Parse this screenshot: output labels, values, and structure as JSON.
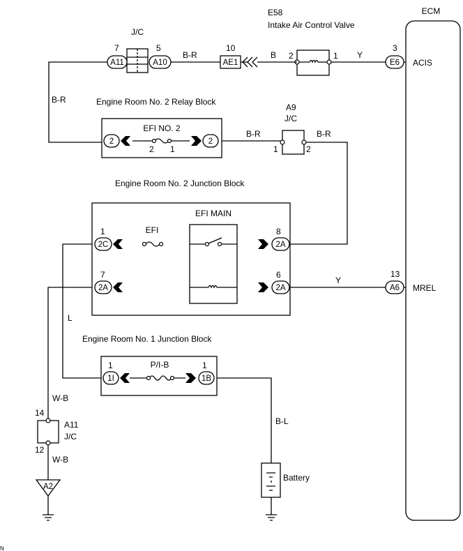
{
  "ecm": {
    "title": "ECM",
    "acis": "ACIS",
    "mrel": "MREL"
  },
  "e58": {
    "id": "E58",
    "name": "Intake Air Control Valve",
    "pin2": "2",
    "pin1": "1"
  },
  "jc_top": {
    "title": "J/C",
    "pin7": "7",
    "pin5": "5",
    "a11": "A11",
    "a10": "A10"
  },
  "connectors": {
    "ae1": "AE1",
    "ae1_pin": "10",
    "e6": "E6",
    "e6_pin": "3",
    "a6": "A6",
    "a6_pin": "13"
  },
  "wires": {
    "br_1": "B-R",
    "br_left": "B-R",
    "b": "B",
    "y_top": "Y",
    "br_a9_in": "B-R",
    "br_a9_out": "B-R",
    "y_mrel": "Y",
    "l": "L",
    "wb_1": "W-B",
    "wb_2": "W-B",
    "bl": "B-L"
  },
  "relay_block": {
    "title": "Engine Room No. 2 Relay Block",
    "fuse": "EFI NO. 2",
    "left_conn": "2",
    "right_conn": "2",
    "fuse_pin_left": "2",
    "fuse_pin_right": "1"
  },
  "a9": {
    "id": "A9",
    "name": "J/C",
    "pin1": "1",
    "pin2": "2"
  },
  "jb2": {
    "title": "Engine Room No. 2 Junction Block",
    "relay": "EFI MAIN",
    "fuse": "EFI",
    "c2c": "2C",
    "c2c_pin": "1",
    "c2a_tr": "2A",
    "c2a_tr_pin": "8",
    "c2a_bl": "2A",
    "c2a_bl_pin": "7",
    "c2a_br": "2A",
    "c2a_br_pin": "6"
  },
  "jb1": {
    "title": "Engine Room No. 1 Junction Block",
    "fuse": "P/I-B",
    "c1i": "1I",
    "c1i_pin": "1",
    "c1b": "1B",
    "c1b_pin": "1"
  },
  "a11": {
    "id": "A11",
    "name": "J/C",
    "pin14": "14",
    "pin12": "12"
  },
  "a2": "A2",
  "battery": "Battery",
  "corner_mark": "N"
}
